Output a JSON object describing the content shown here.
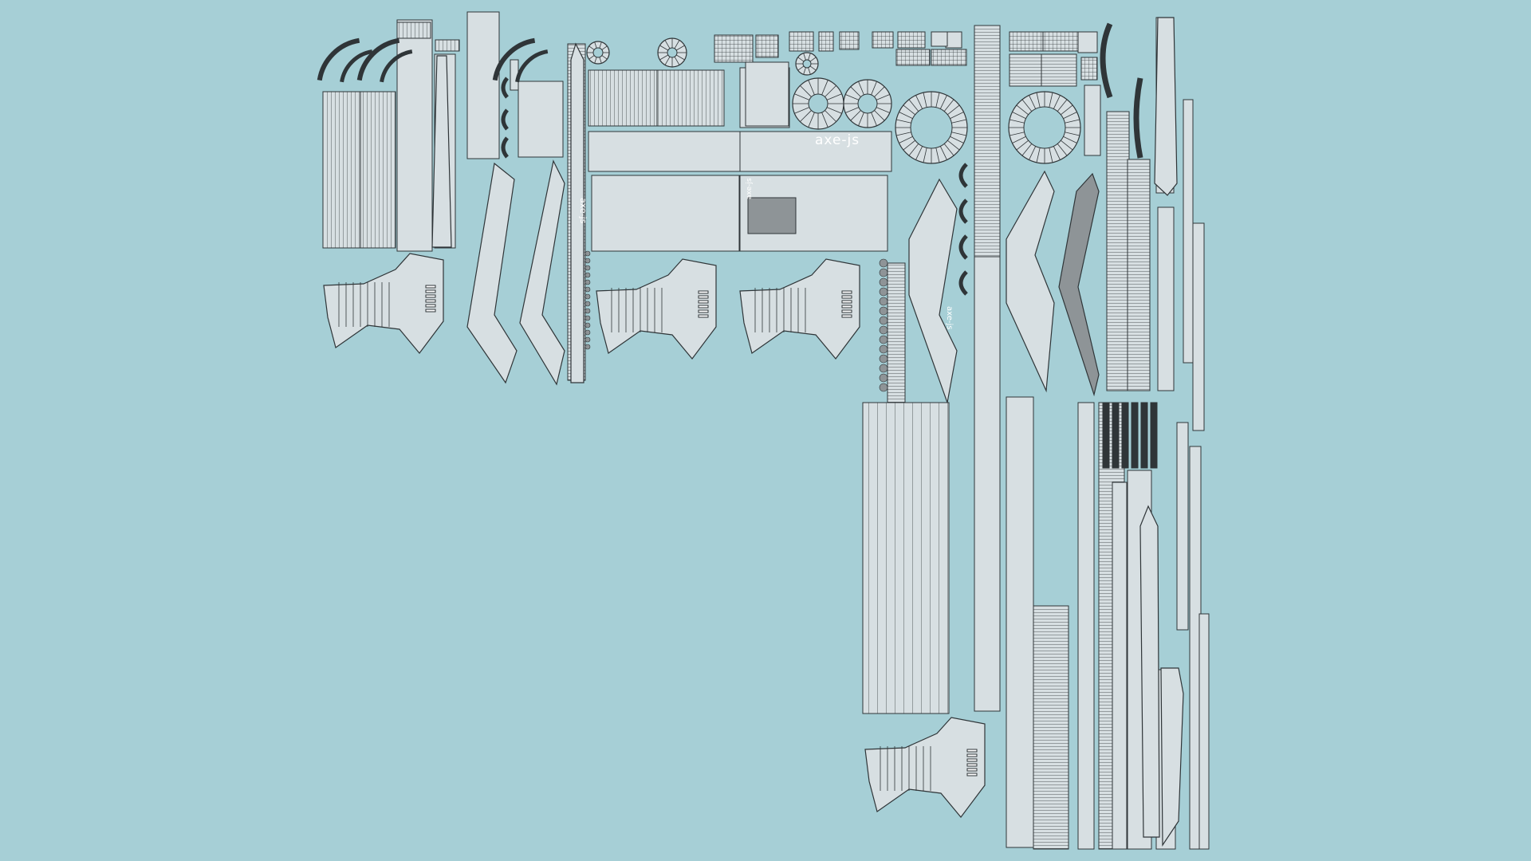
{
  "viewport": {
    "background": "#a6cfd6"
  },
  "palette": {
    "shell_light": "#d7dfe2",
    "shell_dark": "#8e9497",
    "wire": "#2f3538",
    "trim_white": "#ffffff"
  },
  "brand": {
    "main": "axe-js",
    "vertical_1": "axe-js",
    "vertical_2": "axe-js",
    "vertical_3": "axe-js"
  }
}
